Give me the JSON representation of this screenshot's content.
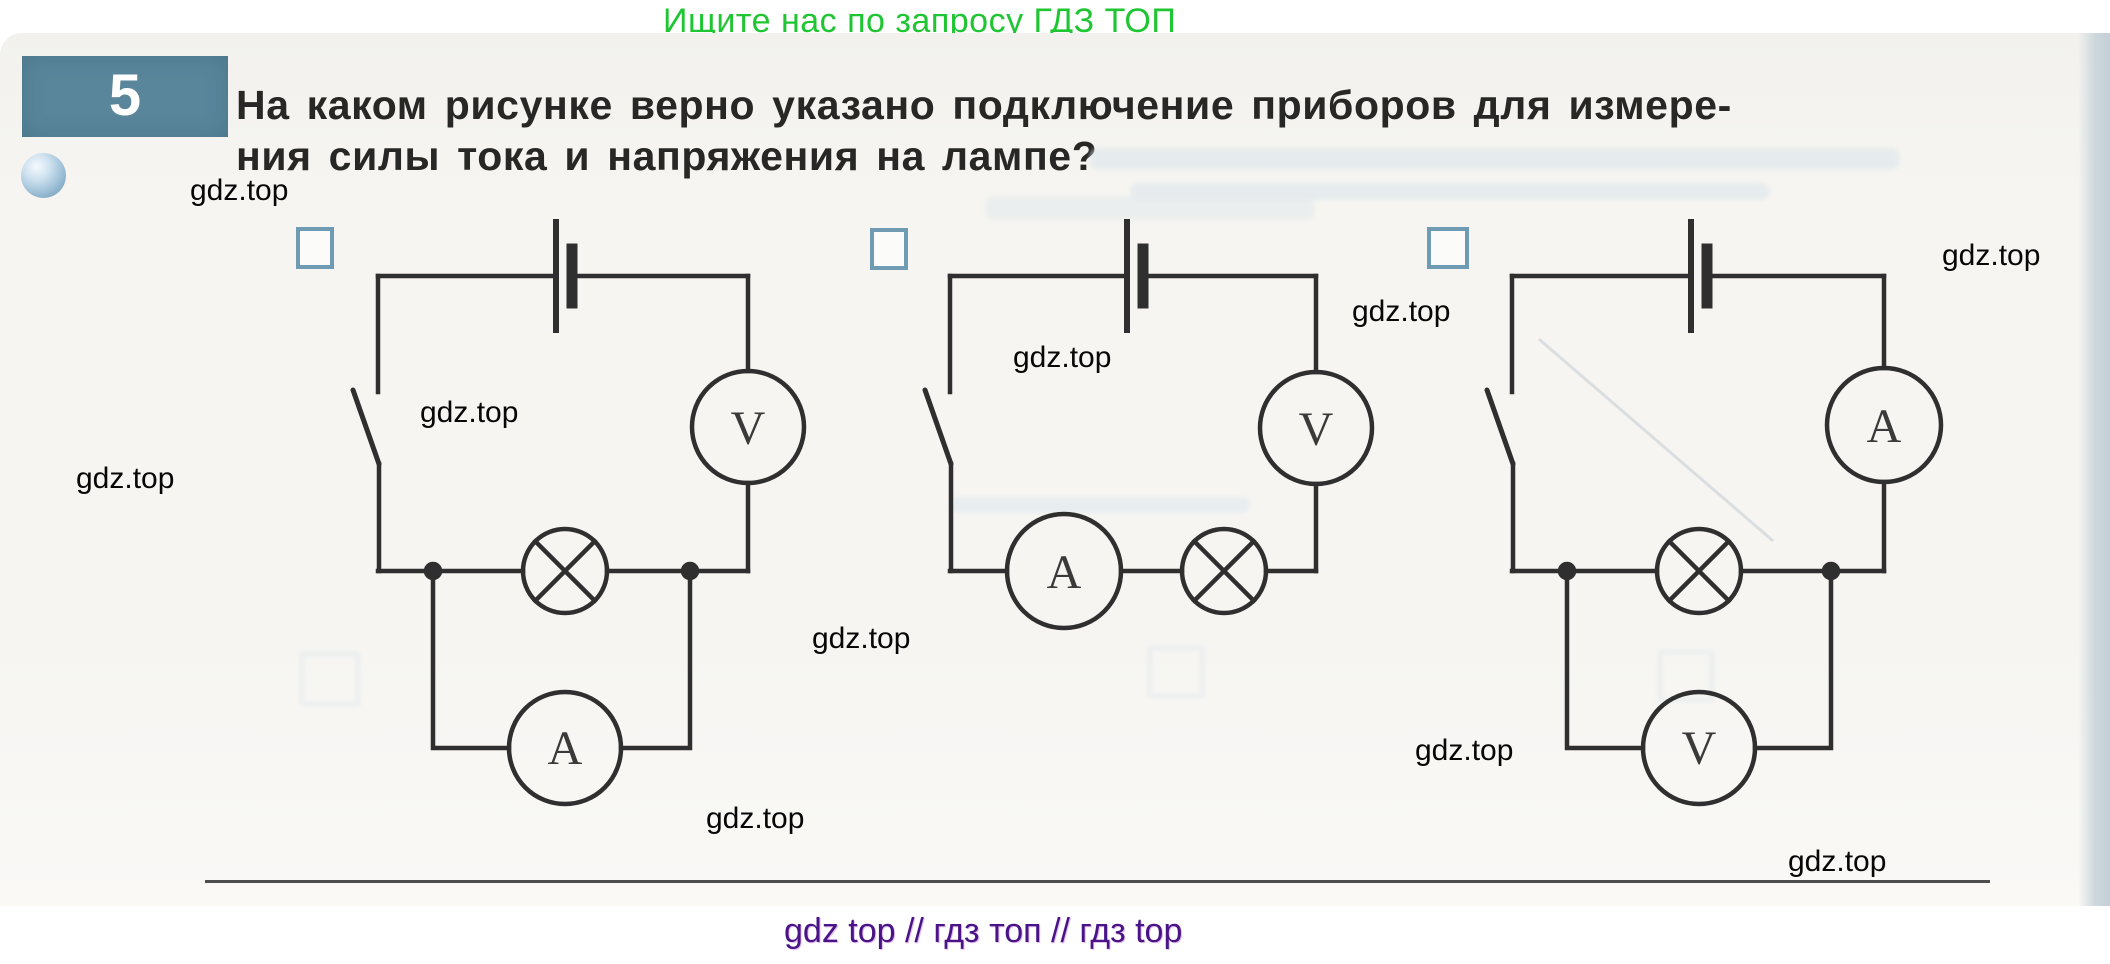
{
  "promo_banner": {
    "text": "Ищите нас по запросу ГДЗ ТОП"
  },
  "problem": {
    "number": "5",
    "question_line1": "На каком рисунке верно указано подключение приборов для измере-",
    "question_line2": "ния силы тока и напряжения на лампе?"
  },
  "watermark": {
    "text": "gdz.top"
  },
  "footer": {
    "text": "gdz top  //  гдз топ  //  гдз top"
  },
  "colors": {
    "promo_green": "#1fc532",
    "footer_purple": "#4a1487",
    "badge_teal": "#59869b",
    "checkbox_blue": "#6f9cb2",
    "wire_dark": "#2f2f2f",
    "page_background": "#f6f5f1",
    "page_edge_band": "#ccd6dc"
  },
  "circuits": [
    {
      "name": "circuit-1",
      "right_branch_meter": "V",
      "parallel_branch_meter": "A"
    },
    {
      "name": "circuit-2",
      "right_branch_meter": "V",
      "bottom_series_meter": "A"
    },
    {
      "name": "circuit-3",
      "right_branch_meter": "A",
      "parallel_branch_meter": "V"
    }
  ]
}
